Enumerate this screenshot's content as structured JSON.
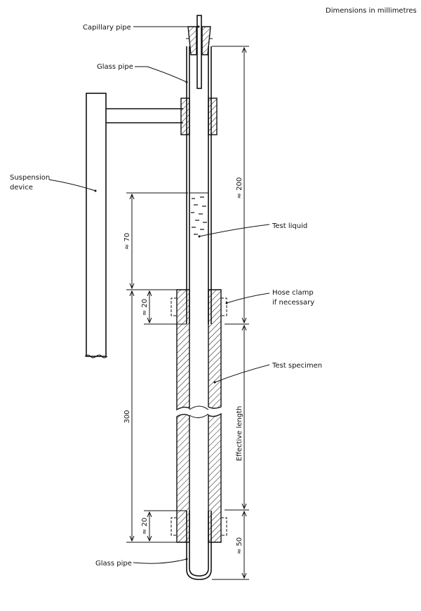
{
  "header": {
    "units_note": "Dimensions in millimetres"
  },
  "labels": {
    "capillary_pipe": "Capillary pipe",
    "glass_pipe_top": "Glass pipe",
    "suspension_line1": "Suspension",
    "suspension_line2": "device",
    "test_liquid": "Test liquid",
    "hose_clamp_line1": "Hose clamp",
    "hose_clamp_line2": "if necessary",
    "test_specimen": "Test specimen",
    "glass_pipe_bottom": "Glass pipe"
  },
  "dimensions": {
    "d200": "≈ 200",
    "d70": "≈ 70",
    "d20_upper": "≈ 20",
    "d300": "300",
    "effective_length": "Effective length",
    "d20_lower": "≈ 20",
    "d50": "≈ 50"
  }
}
